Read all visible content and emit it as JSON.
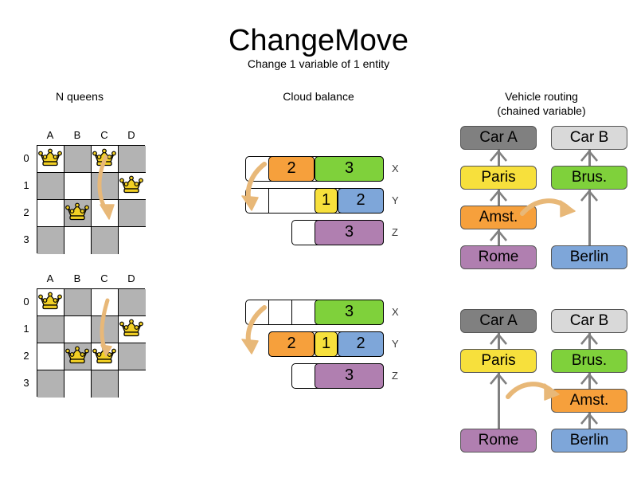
{
  "header": {
    "title": "ChangeMove",
    "subtitle": "Change 1 variable of 1 entity"
  },
  "columns": {
    "nqueens": {
      "heading": "N queens"
    },
    "cloud": {
      "heading": "Cloud balance"
    },
    "vrp": {
      "heading_line1": "Vehicle routing",
      "heading_line2": "(chained variable)"
    }
  },
  "colors": {
    "orange": "#f6a03c",
    "green": "#7fd13b",
    "yellow": "#f7e03c",
    "blue": "#7ea6d9",
    "purple": "#b07fb0",
    "gray_dark": "#808080",
    "gray_light": "#d9d9d9",
    "board_dark": "#b3b3b3",
    "board_light": "#ffffff",
    "queen_gold": "#f2d024",
    "arrow_tan": "#e8b878"
  },
  "nqueens": {
    "files": [
      "A",
      "B",
      "C",
      "D"
    ],
    "ranks": [
      "0",
      "1",
      "2",
      "3"
    ],
    "before": {
      "queens": [
        {
          "file": "A",
          "rank": "0"
        },
        {
          "file": "C",
          "rank": "0"
        },
        {
          "file": "D",
          "rank": "1"
        },
        {
          "file": "B",
          "rank": "2"
        }
      ],
      "move": {
        "from_file": "C",
        "from_rank": "0",
        "to_file": "C",
        "to_rank": "2"
      }
    },
    "after": {
      "queens": [
        {
          "file": "A",
          "rank": "0"
        },
        {
          "file": "D",
          "rank": "1"
        },
        {
          "file": "B",
          "rank": "2"
        },
        {
          "file": "C",
          "rank": "2"
        }
      ],
      "move": {
        "from_file": "C",
        "from_rank": "0",
        "to_file": "C",
        "to_rank": "2"
      }
    }
  },
  "cloud_balance": {
    "before": {
      "rows": [
        {
          "label": "X",
          "segments": [
            {
              "value": "",
              "color": "#ffffff",
              "units": 1
            },
            {
              "value": "2",
              "color": "#f6a03c",
              "units": 2
            },
            {
              "value": "3",
              "color": "#7fd13b",
              "units": 3
            }
          ]
        },
        {
          "label": "Y",
          "segments": [
            {
              "value": "",
              "color": "#ffffff",
              "units": 1
            },
            {
              "value": "",
              "color": "#ffffff",
              "units": 2
            },
            {
              "value": "1",
              "color": "#f7e03c",
              "units": 1
            },
            {
              "value": "2",
              "color": "#7ea6d9",
              "units": 2
            }
          ]
        },
        {
          "label": "Z",
          "segments": [
            {
              "value": "",
              "color": "#ffffff",
              "units": 1
            },
            {
              "value": "3",
              "color": "#b07fb0",
              "units": 3
            }
          ]
        }
      ]
    },
    "after": {
      "rows": [
        {
          "label": "X",
          "segments": [
            {
              "value": "",
              "color": "#ffffff",
              "units": 1
            },
            {
              "value": "",
              "color": "#ffffff",
              "units": 1
            },
            {
              "value": "",
              "color": "#ffffff",
              "units": 1
            },
            {
              "value": "3",
              "color": "#7fd13b",
              "units": 3
            }
          ]
        },
        {
          "label": "Y",
          "segments": [
            {
              "value": "2",
              "color": "#f6a03c",
              "units": 2
            },
            {
              "value": "1",
              "color": "#f7e03c",
              "units": 1
            },
            {
              "value": "2",
              "color": "#7ea6d9",
              "units": 2
            }
          ]
        },
        {
          "label": "Z",
          "segments": [
            {
              "value": "",
              "color": "#ffffff",
              "units": 1
            },
            {
              "value": "3",
              "color": "#b07fb0",
              "units": 3
            }
          ]
        }
      ]
    }
  },
  "vehicle_routing": {
    "before": {
      "chain_a": [
        "Car A",
        "Paris",
        "Amst.",
        "Rome"
      ],
      "chain_b": [
        "Car B",
        "Brus.",
        "Berlin"
      ]
    },
    "after": {
      "chain_a": [
        "Car A",
        "Paris",
        "Rome"
      ],
      "chain_b": [
        "Car B",
        "Brus.",
        "Amst.",
        "Berlin"
      ]
    },
    "node_colors": {
      "Car A": "#808080",
      "Car B": "#d9d9d9",
      "Paris": "#f7e03c",
      "Brus.": "#7fd13b",
      "Amst.": "#f6a03c",
      "Rome": "#b07fb0",
      "Berlin": "#7ea6d9"
    }
  }
}
